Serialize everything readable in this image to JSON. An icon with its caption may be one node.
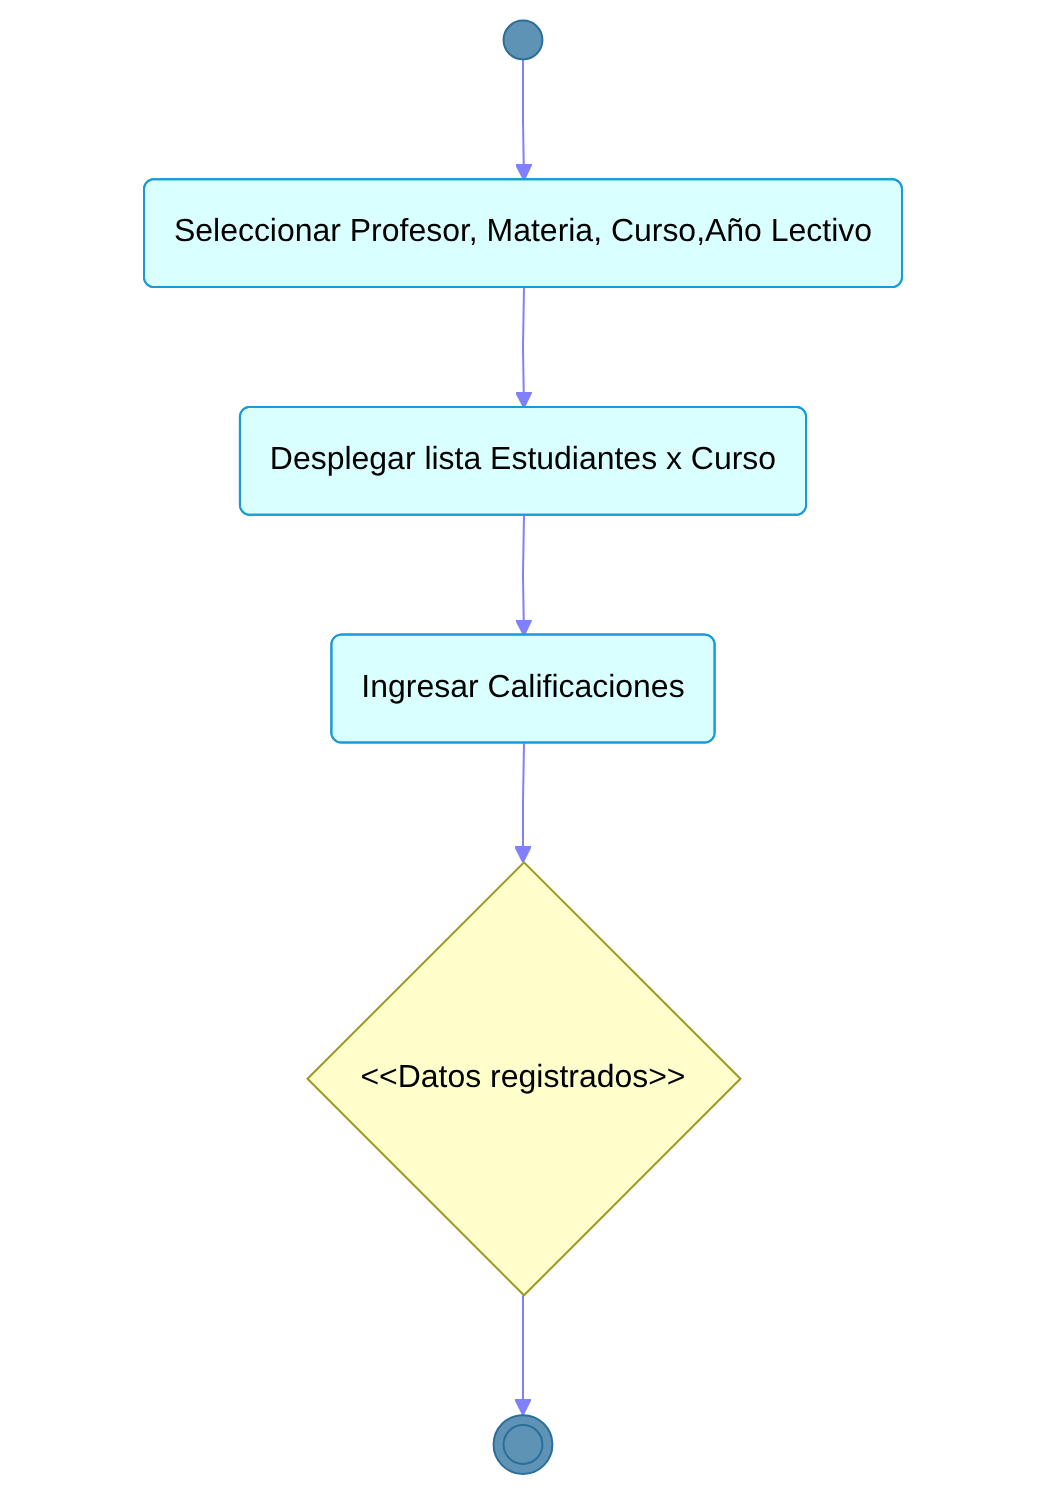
{
  "diagram": {
    "nodes": [
      {
        "text": [],
        "shape": "circle"
      },
      {
        "text": [
          "Seleccionar Profesor, Materia, Curso,Año Lectivo"
        ]
      },
      {
        "text": [
          "Desplegar lista Estudiantes x Curso"
        ]
      },
      {
        "text": [
          "Ingresar Calificaciones"
        ]
      },
      {
        "text": [
          "<<Datos registrados>>"
        ]
      },
      {
        "text": [],
        "shape": "circle"
      }
    ],
    "edges": [
      {
        "from": 0,
        "to": 1,
        "arrow": "to"
      },
      {
        "from": 1,
        "to": 2,
        "arrow": "to"
      },
      {
        "from": 2,
        "to": 3,
        "arrow": "to"
      },
      {
        "from": 3,
        "to": 4,
        "arrow": "to"
      },
      {
        "from": 4,
        "to": 5,
        "arrow": "to"
      }
    ]
  }
}
